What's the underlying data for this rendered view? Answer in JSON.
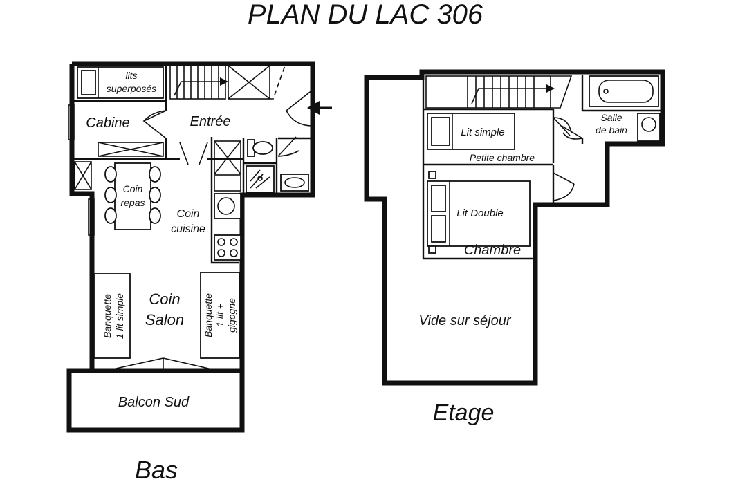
{
  "title": "PLAN DU LAC 306",
  "levels": {
    "lower": "Bas",
    "upper": "Etage"
  },
  "rooms_lower": {
    "bunk_line1": "lits",
    "bunk_line2": "superposés",
    "cabin": "Cabine",
    "entrance": "Entrée",
    "dining_line1": "Coin",
    "dining_line2": "repas",
    "kitchen_line1": "Coin",
    "kitchen_line2": "cuisine",
    "living_line1": "Coin",
    "living_line2": "Salon",
    "bench_left_line1": "Banquette",
    "bench_left_line2": "1 lit simple",
    "bench_right_line1": "Banquette",
    "bench_right_line2": "1 lit +",
    "bench_right_line3": "gigogne",
    "balcony": "Balcon Sud"
  },
  "rooms_upper": {
    "single_bed": "Lit simple",
    "small_bedroom": "Petite chambre",
    "bathroom_line1": "Salle",
    "bathroom_line2": "de bain",
    "double_bed": "Lit Double",
    "bedroom": "Chambre",
    "void": "Vide sur séjour"
  },
  "icons": [
    "entrance-arrow-icon",
    "stairs-icon",
    "toilet-icon",
    "shower-icon",
    "sink-icon",
    "bathtub-icon",
    "stove-icon",
    "door-swing-icon"
  ]
}
